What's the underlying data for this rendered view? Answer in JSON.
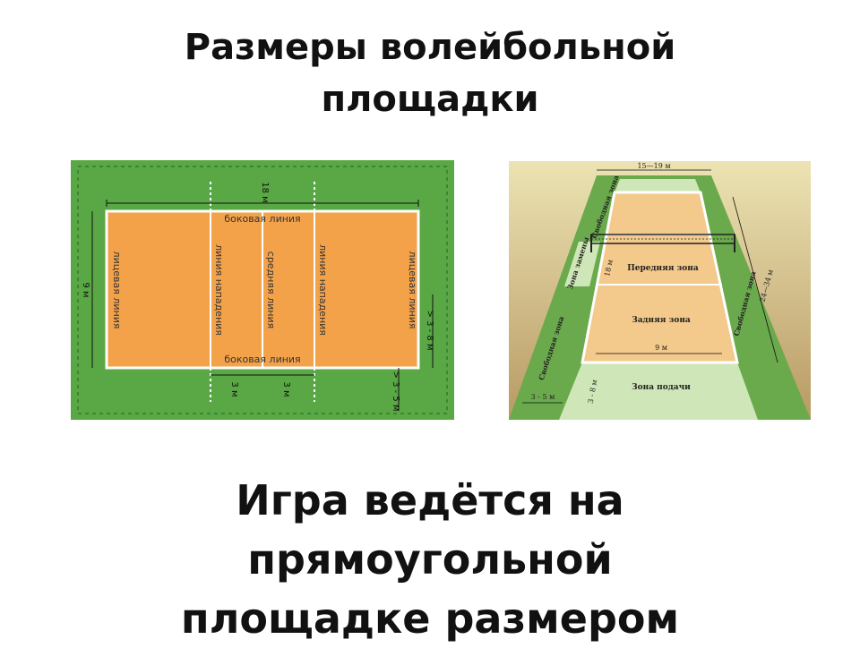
{
  "title": {
    "line1": "Размеры волейбольной",
    "line2": "площадки"
  },
  "left_diagram": {
    "dim_top": "18 м",
    "dim_left": "9 м",
    "dim_right_top": "> 3 - 8 м",
    "dim_right_bottom": "> 3 - 5 м",
    "dim_bottom_1": "3 м",
    "dim_bottom_2": "3 м",
    "side_line_top": "боковая линия",
    "side_line_bottom": "боковая линия",
    "end_line_left": "лицевая линия",
    "end_line_right": "лицевая линия",
    "attack_line_left": "линия нападения",
    "attack_line_right": "линия нападения",
    "center_line": "средняя линия",
    "colors": {
      "field": "#5aa845",
      "court": "#f4a24a",
      "lines": "#ffffff"
    }
  },
  "right_diagram": {
    "dim_top": "15—19 м",
    "free_zone_top_left": "Свободная зона",
    "substitution_zone": "Зона замены",
    "dim_18": "18 м",
    "front_zone": "Передняя зона",
    "back_zone": "Задняя зона",
    "dim_9": "9 м",
    "free_zone_left": "Свободная зона",
    "free_zone_right": "Свободная зона",
    "dim_right": "24—34 м",
    "dim_3_8": "3 - 8 м",
    "dim_3_5": "3 - 5 м",
    "serve_zone": "Зона подачи",
    "colors": {
      "court": "#f3c98c",
      "free": "#6aaa4c",
      "zone": "#cfe7b8"
    }
  },
  "bottom": {
    "line1": "Игра ведётся на",
    "line2": "прямоугольной",
    "line3": "площадке размером"
  }
}
